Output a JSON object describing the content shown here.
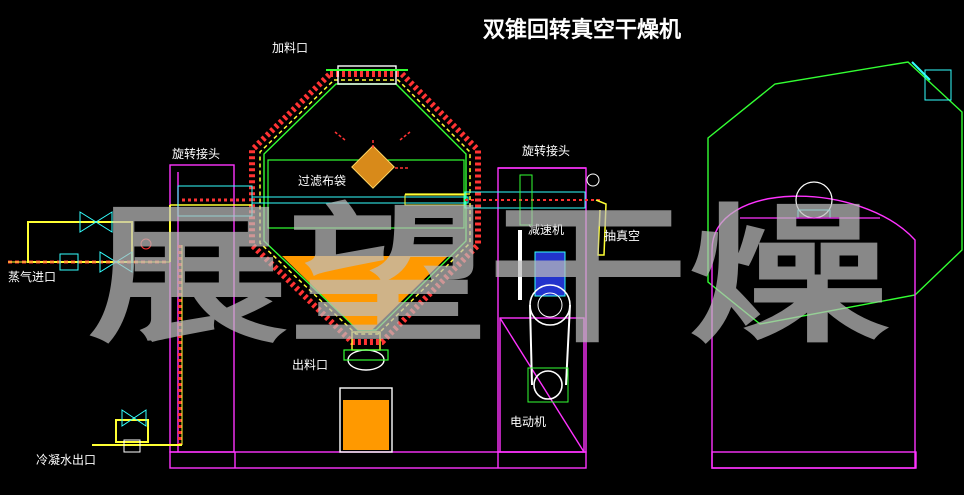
{
  "title": "双锥回转真空干燥机",
  "watermark": "展望干燥",
  "labels": {
    "feed_port": "加料口",
    "rotary_joint_left": "旋转接头",
    "rotary_joint_right": "旋转接头",
    "filter_bag": "过滤布袋",
    "reducer": "减速机",
    "vacuum": "抽真空",
    "steam_inlet": "蒸气进口",
    "discharge_port": "出料口",
    "motor": "电动机",
    "condensate_outlet": "冷凝水出口"
  },
  "colors": {
    "background": "#000000",
    "frame": "#ff33ff",
    "vessel_outline": "#33ff33",
    "steam_pipe": "#ffff33",
    "insulation": "#ff3333",
    "material": "#ff9900",
    "accent": "#33ffff"
  }
}
